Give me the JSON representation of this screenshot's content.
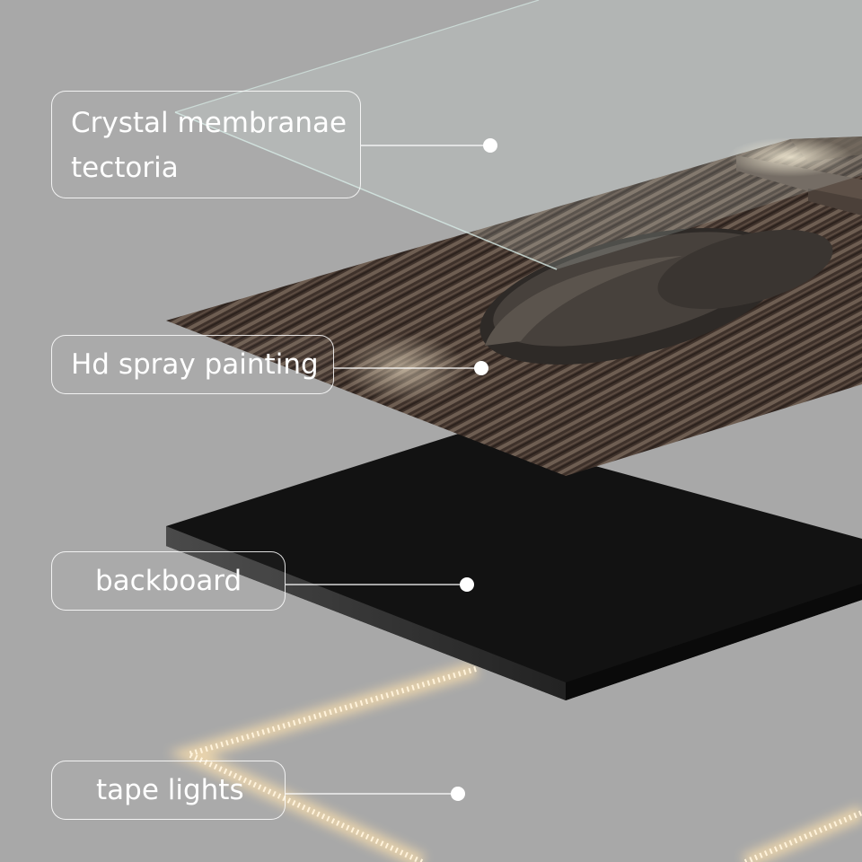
{
  "layers": [
    {
      "id": "crystal",
      "label_lines": [
        "Crystal membranae",
        "tectoria"
      ],
      "material": "glass"
    },
    {
      "id": "spray",
      "label_lines": [
        "Hd spray painting"
      ],
      "material": "wood-grain-with-sculpture"
    },
    {
      "id": "back",
      "label_lines": [
        "backboard"
      ],
      "material": "black-panel"
    },
    {
      "id": "tape",
      "label_lines": [
        "tape lights"
      ],
      "material": "led-strip"
    }
  ],
  "colors": {
    "background": "#a8a8a8",
    "label_text": "#ffffff",
    "label_border": "#ffffff",
    "wood_dark": "#3a2e28",
    "wood_light": "#7a6a5e",
    "backboard": "#111111",
    "led_glow": "#ffd9a0"
  }
}
